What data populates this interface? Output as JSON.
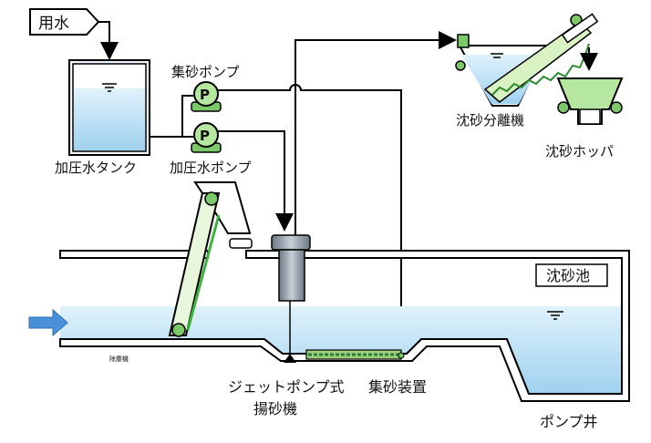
{
  "labels": {
    "water_supply": "用水",
    "pressurized_tank": "加圧水タンク",
    "pressurized_pump": "加圧水ポンプ",
    "sand_collect_pump": "集砂ポンプ",
    "pump_symbol": "P",
    "sand_separator": "沈砂分離機",
    "sand_hopper": "沈砂ホッパ",
    "grit_chamber": "沈砂池",
    "jet_pump_line1": "ジェットポンプ式",
    "jet_pump_line2": "揚砂機",
    "sand_collector": "集砂装置",
    "pump_well": "ポンプ井",
    "screen_small": "除塵機"
  },
  "colors": {
    "water": "#bfe3f5",
    "water_dark": "#8cc6ea",
    "conveyor_fill": "#d9f2c4",
    "conveyor_green": "#3cb43c",
    "pump_green": "#b6e7a0",
    "arrow_blue": "#4a90d9",
    "line": "#000000",
    "jet_pump_gray": "#8f9aa6"
  }
}
